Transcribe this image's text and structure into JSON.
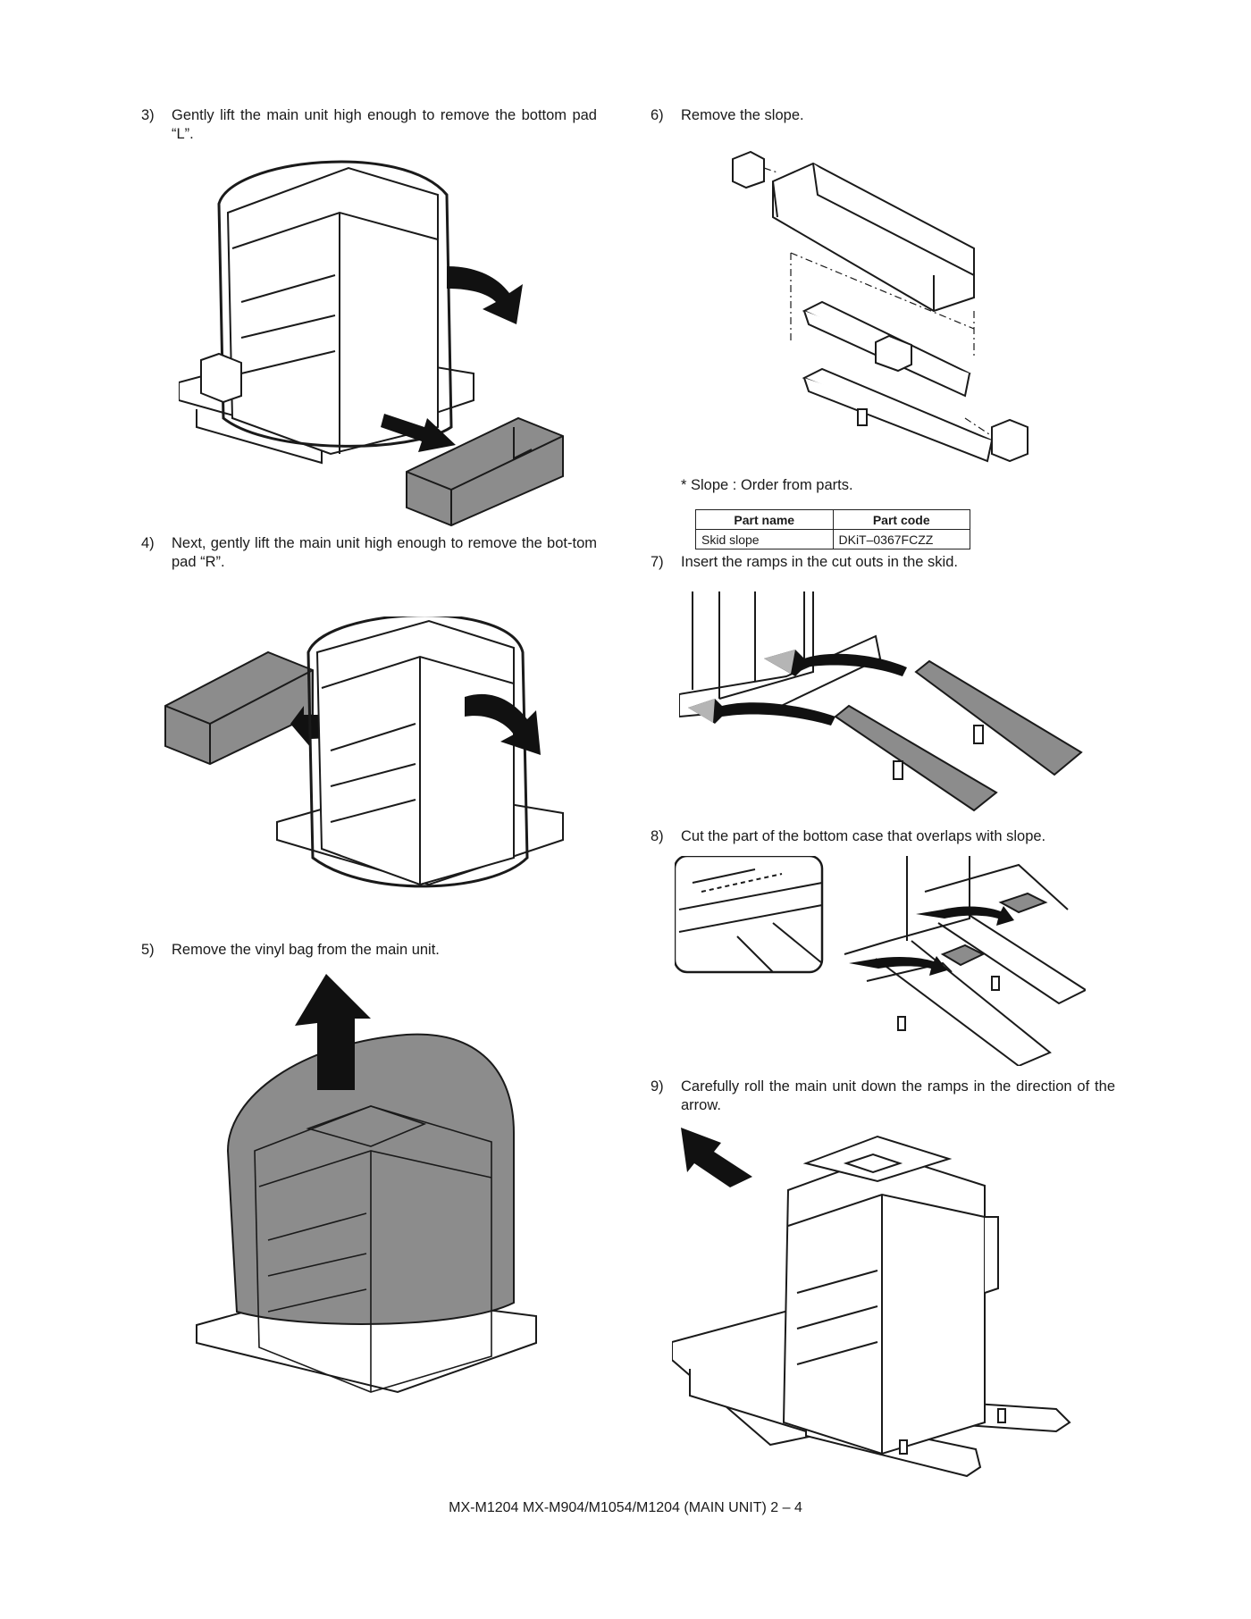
{
  "steps": [
    {
      "num": "3)",
      "text": "Gently lift the main unit high enough to remove the bottom pad “L”."
    },
    {
      "num": "4)",
      "text": "Next, gently lift the main unit high enough to remove the bot-tom pad “R”."
    },
    {
      "num": "5)",
      "text": "Remove the vinyl bag from the main unit."
    },
    {
      "num": "6)",
      "text": "Remove the slope."
    },
    {
      "num": "7)",
      "text": "Insert the ramps in the cut outs in the skid."
    },
    {
      "num": "8)",
      "text": "Cut the part of the bottom case that overlaps with slope."
    },
    {
      "num": "9)",
      "text": "Carefully roll the main unit down the ramps in the direction of the arrow."
    }
  ],
  "slope_note": "*  Slope : Order from parts.",
  "parts_table": {
    "headers": [
      "Part name",
      "Part code"
    ],
    "rows": [
      [
        "Skid slope",
        "DKiT–0367FCZZ"
      ]
    ]
  },
  "footer": "MX-M1204  MX-M904/M1054/M1204 (MAIN UNIT)  2 – 4",
  "colors": {
    "ink": "#1a1a1a",
    "shade": "#8c8c8c",
    "light_shade": "#b5b5b5"
  }
}
